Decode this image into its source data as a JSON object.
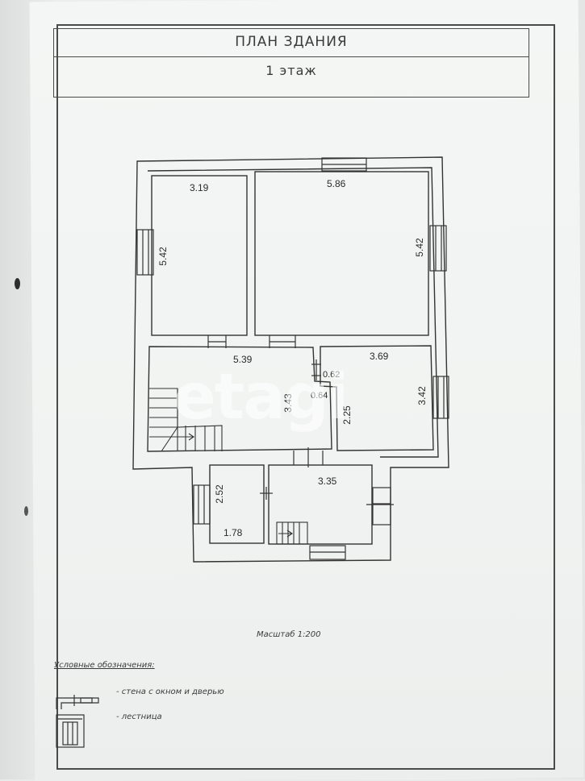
{
  "header": {
    "title": "ПЛАН ЗДАНИЯ",
    "floor": "1 этаж"
  },
  "rooms": [
    {
      "id": "room-top-left",
      "width_label": "3.19",
      "height_label": "5.42"
    },
    {
      "id": "room-top-right",
      "width_label": "5.86",
      "height_label": "5.42"
    },
    {
      "id": "room-hall",
      "width_label": "5.39",
      "height_label": "3.43"
    },
    {
      "id": "room-middle-right",
      "width_label": "3.69",
      "height_label": "3.42",
      "inner_label": "2.25"
    },
    {
      "id": "room-bottom-left",
      "width_label": "1.78",
      "height_label": "2.52"
    },
    {
      "id": "room-bottom-right",
      "width_label": "3.35"
    }
  ],
  "small_dims": {
    "d1": "0.62",
    "d2": "0.64"
  },
  "scale": "Масштаб 1:200",
  "legend": {
    "title": "Условные обозначения:",
    "wall": "- стена с окном и дверью",
    "stair": "- лестница"
  },
  "watermark": "etagi"
}
